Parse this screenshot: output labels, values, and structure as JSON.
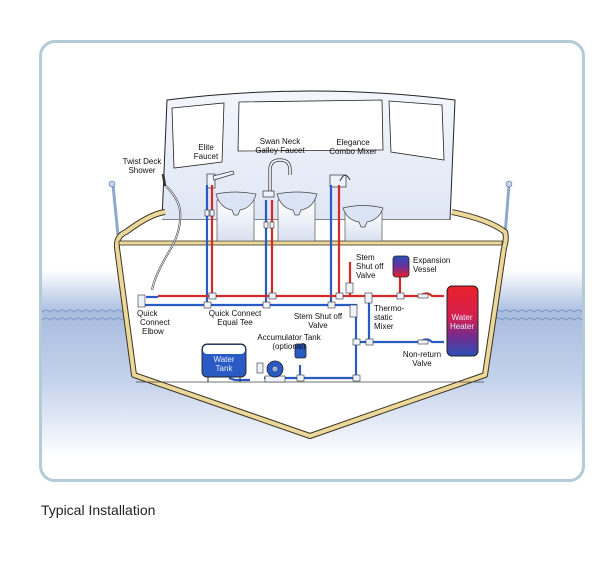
{
  "caption": "Typical Installation",
  "colors": {
    "frame_border": "#b3cbd7",
    "hull": "#ecd89a",
    "water": "#a9bde0",
    "cold_pipe": "#2a5bc4",
    "hot_pipe": "#d42a2a",
    "heater_top": "#e8202a",
    "heater_bottom": "#2b4fb8"
  },
  "labels": {
    "twist_deck_shower": [
      "Twist Deck",
      "Shower"
    ],
    "elite_faucet": [
      "Elite",
      "Faucet"
    ],
    "swan_neck": [
      "Swan Neck",
      "Galley Faucet"
    ],
    "elegance": [
      "Elegance",
      "Combo Mixer"
    ],
    "stem_shut_off_top": [
      "Stem",
      "Shut off",
      "Valve"
    ],
    "expansion_vessel": [
      "Expansion",
      "Vessel"
    ],
    "water_heater": [
      "Water",
      "Heater"
    ],
    "quick_connect_elbow": [
      "Quick",
      "Connect",
      "Elbow"
    ],
    "quick_connect_tee": [
      "Quick Connect",
      "Equal Tee"
    ],
    "stem_shut_off_mid": [
      "Stem Shut off",
      "Valve"
    ],
    "thermostatic_mixer": [
      "Thermo-",
      "static",
      "Mixer"
    ],
    "accumulator": [
      "Accumulator Tank",
      "(optional)"
    ],
    "water_tank": [
      "Water",
      "Tank"
    ],
    "non_return": [
      "Non-return",
      "Valve"
    ]
  }
}
